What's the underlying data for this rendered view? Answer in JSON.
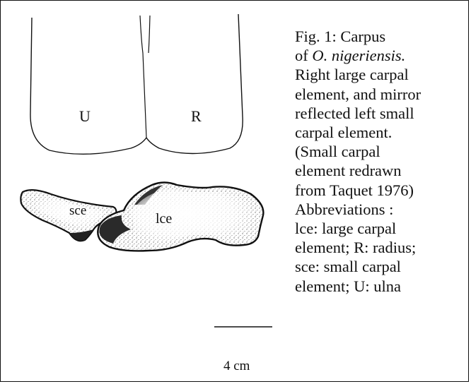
{
  "figure": {
    "labels": {
      "ulna": "U",
      "radius": "R",
      "small_carpal": "sce",
      "large_carpal": "lce"
    },
    "scale_bar": "4 cm"
  },
  "caption": {
    "line1": "Fig. 1:  Carpus",
    "line2_prefix": "of ",
    "line2_italic": "O. nigeriensis.",
    "line3": "Right large carpal",
    "line4": "element, and mirror",
    "line5": "reflected left small",
    "line6": "carpal element.",
    "line7": "(Small carpal",
    "line8": "element redrawn",
    "line9": "from Taquet 1976)",
    "line10": "Abbreviations :",
    "line11": "lce: large carpal",
    "line12": "element; R: radius;",
    "line13": "sce: small carpal",
    "line14": "element; U: ulna"
  }
}
